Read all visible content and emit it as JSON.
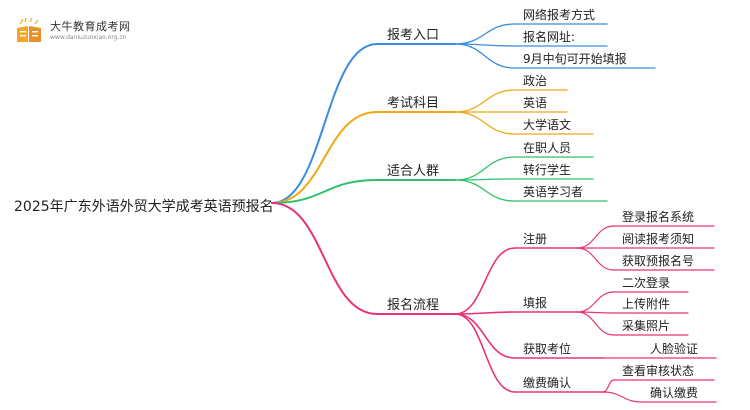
{
  "logo": {
    "name": "大牛教育成考网",
    "url": "www.daniuzuoxiao.org.cn"
  },
  "colors": {
    "blue": "#3a8dde",
    "orange": "#f0a814",
    "green": "#2ec26b",
    "pink": "#e8337a"
  },
  "mindmap": {
    "root": "2025年广东外语外贸大学成考英语预报名",
    "branches": [
      {
        "label": "报考入口",
        "color": "blue",
        "children": [
          {
            "label": "网络报考方式"
          },
          {
            "label": "报名网址:"
          },
          {
            "label": "9月中旬可开始填报"
          }
        ]
      },
      {
        "label": "考试科目",
        "color": "orange",
        "children": [
          {
            "label": "政治"
          },
          {
            "label": "英语"
          },
          {
            "label": "大学语文"
          }
        ]
      },
      {
        "label": "适合人群",
        "color": "green",
        "children": [
          {
            "label": "在职人员"
          },
          {
            "label": "转行学生"
          },
          {
            "label": "英语学习者"
          }
        ]
      },
      {
        "label": "报名流程",
        "color": "pink",
        "children": [
          {
            "label": "注册",
            "children": [
              {
                "label": "登录报名系统"
              },
              {
                "label": "阅读报考须知"
              },
              {
                "label": "获取预报名号"
              }
            ]
          },
          {
            "label": "填报",
            "children": [
              {
                "label": "二次登录"
              },
              {
                "label": "上传附件"
              },
              {
                "label": "采集照片"
              }
            ]
          },
          {
            "label": "获取考位",
            "children": [
              {
                "label": "人脸验证"
              }
            ]
          },
          {
            "label": "缴费确认",
            "children": [
              {
                "label": "查看审核状态"
              },
              {
                "label": "确认缴费"
              }
            ]
          }
        ]
      }
    ]
  }
}
